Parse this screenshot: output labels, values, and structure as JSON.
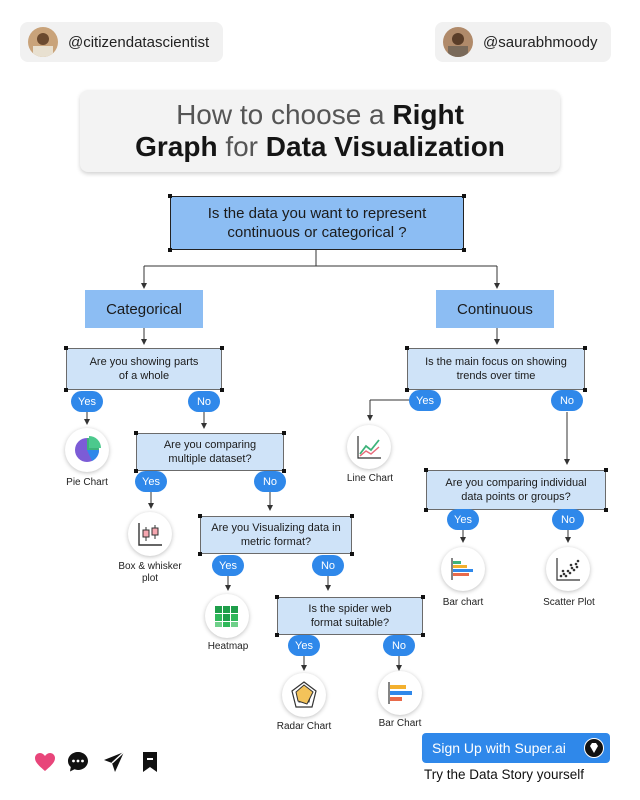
{
  "handles": {
    "left": "@citizendatascientist",
    "right": "@saurabhmoody"
  },
  "title": {
    "line1_a": "How to choose a ",
    "line1_b": "Right",
    "line2_a": "Graph ",
    "line2_b": "for ",
    "line2_c": "Data Visualization"
  },
  "flow": {
    "root": "Is the data you want to represent continuous or categorical ?",
    "categorical": "Categorical",
    "continuous": "Continuous",
    "q_parts": "Are you showing parts of a whole",
    "q_comparing": "Are you comparing multiple dataset?",
    "q_metric": "Are you Visualizing data in metric format?",
    "q_spider": "Is the spider web format suitable?",
    "q_trends": "Is the main focus on showing trends over time",
    "q_individual": "Are you comparing individual data points or groups?",
    "yes": "Yes",
    "no": "No"
  },
  "results": {
    "pie": "Pie Chart",
    "box": "Box & whisker plot",
    "heatmap": "Heatmap",
    "radar": "Radar Chart",
    "bar_left": "Bar Chart",
    "line": "Line Chart",
    "bar_right": "Bar chart",
    "scatter": "Scatter Plot"
  },
  "cta": {
    "button": "Sign Up with Super.ai",
    "subtitle": "Try the Data Story yourself"
  },
  "icons": [
    "heart-icon",
    "comment-icon",
    "send-icon",
    "bookmark-icon"
  ],
  "colors": {
    "accent": "#2f88ea",
    "box_dark": "#8cbdf3",
    "box_light": "#cfe3f8",
    "heart": "#e8457a"
  }
}
